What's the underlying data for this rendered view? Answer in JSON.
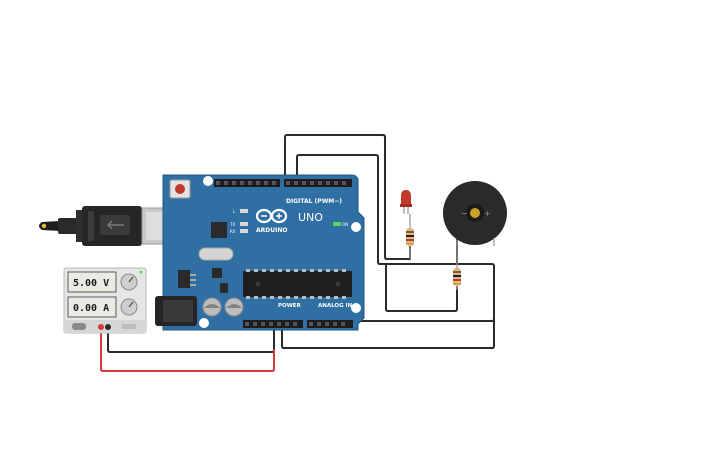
{
  "board": {
    "brand": "UNO",
    "logo_word": "ARDUINO",
    "digital_header": "DIGITAL (PWM~)",
    "power_header": "POWER",
    "analog_header": "ANALOG IN",
    "on_label": "ON",
    "tx_label": "TX",
    "rx_label": "RX",
    "l_label": "L"
  },
  "power_supply": {
    "voltage": "5.00 V",
    "current": "0.00 A"
  },
  "colors": {
    "board": "#2f6fa3",
    "board_edge": "#1f557f",
    "wire_black": "#2b2b2b",
    "wire_red": "#d23b3b",
    "led_red": "#c0392b",
    "buzzer": "#2a2a2a"
  },
  "components": [
    "usb-plug",
    "arduino-uno",
    "power-supply",
    "led",
    "resistor",
    "resistor",
    "piezo-buzzer"
  ]
}
